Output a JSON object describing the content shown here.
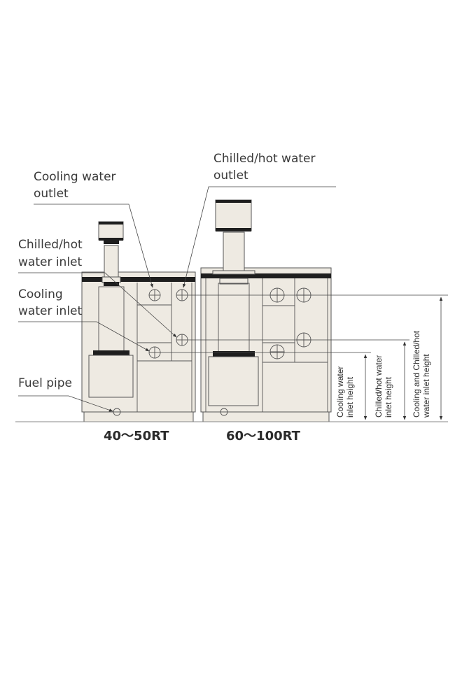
{
  "labels": {
    "cooling_outlet": [
      "Cooling water",
      "outlet"
    ],
    "chilled_outlet": [
      "Chilled/hot water",
      "outlet"
    ],
    "chilled_inlet": [
      "Chilled/hot",
      "water inlet"
    ],
    "cooling_inlet": [
      "Cooling",
      "water inlet"
    ],
    "fuel_pipe": "Fuel pipe"
  },
  "models": {
    "small": "40～50RT",
    "large": "60～100RT"
  },
  "dimensions": {
    "cooling_inlet_height": [
      "Cooling water",
      "inlet height"
    ],
    "chilled_inlet_height": [
      "Chilled/hot water",
      "inlet height"
    ],
    "cooling_and_chilled_inlet_height": [
      "Cooling and Chilled/hot",
      "water inlet height"
    ]
  },
  "colors": {
    "body": "#eeeae2",
    "bar": "#1e1e1e",
    "line": "#555555"
  }
}
